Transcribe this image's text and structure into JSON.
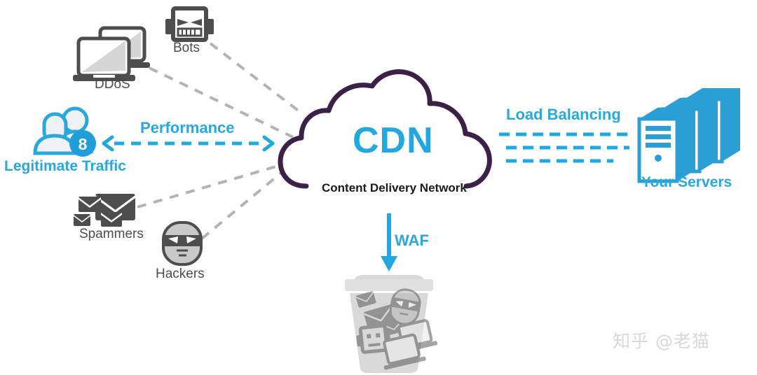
{
  "diagram": {
    "title": "CDN Content Delivery Network protection diagram",
    "colors": {
      "cloud_outline": "#3b2147",
      "cdn_blue": "#22a7e0",
      "accent_blue": "#2aa8de",
      "threat_gray": "#4d4d4d",
      "dashed_gray": "#b3b3b3",
      "trash_gray": "#d9d9d9",
      "watermark_gray": "#d8d8d8"
    }
  },
  "threats": [
    {
      "id": "ddos",
      "label": "DDoS",
      "icon": "laptops-icon"
    },
    {
      "id": "bots",
      "label": "Bots",
      "icon": "robot-head-icon"
    },
    {
      "id": "spammers",
      "label": "Spammers",
      "icon": "envelopes-icon"
    },
    {
      "id": "hackers",
      "label": "Hackers",
      "icon": "masked-face-icon"
    }
  ],
  "legitimate": {
    "label": "Legitimate Traffic",
    "icon": "users-group-icon",
    "badge": "8"
  },
  "flows": {
    "performance": "Performance",
    "load_balancing": "Load Balancing",
    "waf": "WAF"
  },
  "cloud": {
    "title": "CDN",
    "subtitle": "Content Delivery Network",
    "icon": "cloud-icon"
  },
  "servers": {
    "label": "Your Servers",
    "icon": "server-stack-icon",
    "count": 3
  },
  "trash": {
    "icon": "trash-can-icon",
    "discarded": [
      "envelopes-icon",
      "masked-face-icon",
      "robot-head-icon",
      "laptops-icon"
    ]
  },
  "watermark": {
    "text": "知乎 @老猫"
  }
}
